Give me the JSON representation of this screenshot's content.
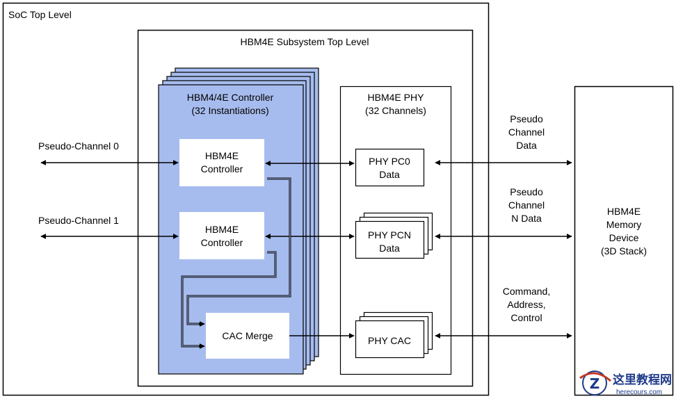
{
  "soc": {
    "title": "SoC Top Level"
  },
  "subsystem": {
    "title": "HBM4E Subsystem Top Level"
  },
  "controller_stack": {
    "title_line1": "HBM4/4E Controller",
    "title_line2": "(32 Instantiations)"
  },
  "controllers": [
    {
      "line1": "HBM4E",
      "line2": "Controller"
    },
    {
      "line1": "HBM4E",
      "line2": "Controller"
    }
  ],
  "cac_merge": {
    "label": "CAC Merge"
  },
  "phy": {
    "title_line1": "HBM4E PHY",
    "title_line2": "(32 Channels)"
  },
  "phy_blocks": [
    {
      "line1": "PHY PC0",
      "line2": "Data"
    },
    {
      "line1": "PHY PCN",
      "line2": "Data"
    },
    {
      "line1": "PHY CAC",
      "line2": ""
    }
  ],
  "pseudo_channels": [
    {
      "label": "Pseudo-Channel 0"
    },
    {
      "label": "Pseudo-Channel 1"
    }
  ],
  "memory_links": [
    {
      "line1": "Pseudo",
      "line2": "Channel",
      "line3": "Data"
    },
    {
      "line1": "Pseudo",
      "line2": "Channel",
      "line3": "N Data"
    },
    {
      "line1": "Command,",
      "line2": "Address,",
      "line3": "Control"
    }
  ],
  "memory_device": {
    "line1": "HBM4E",
    "line2": "Memory",
    "line3": "Device",
    "line4": "(3D Stack)"
  },
  "watermark": {
    "brand": "这里教程网",
    "site": "herecours.com"
  },
  "colors": {
    "controller_fill": "#a7bcee",
    "line": "#000000",
    "box_fill": "#ffffff",
    "watermark": "#1e3a8a",
    "watermark_accent": "#c0392b"
  }
}
